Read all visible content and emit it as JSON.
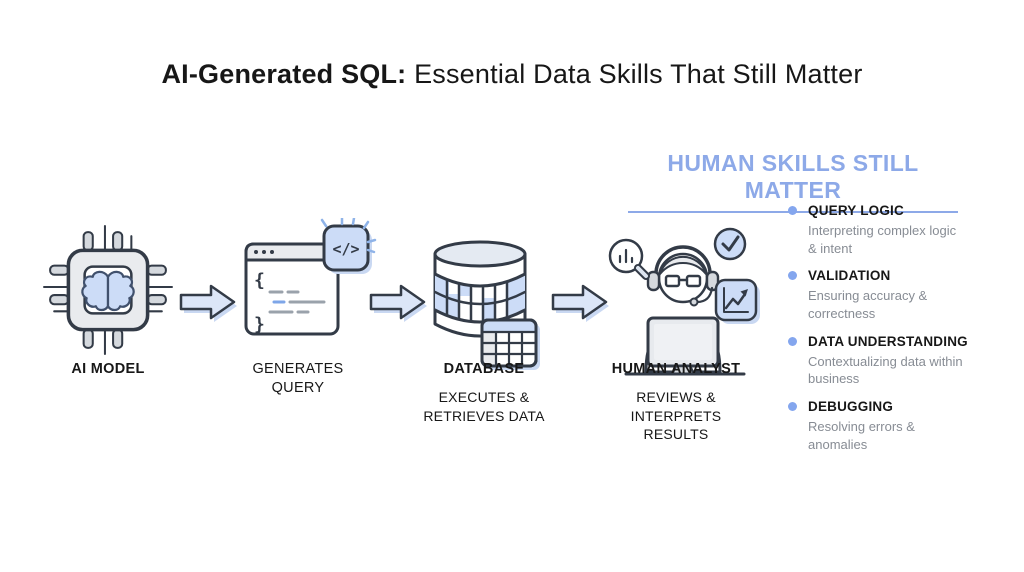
{
  "title": {
    "highlight": "AI-Generated SQL:",
    "rest": " Essential Data Skills That Still Matter"
  },
  "flow": {
    "steps": [
      {
        "name": "ai-model",
        "label": "AI MODEL",
        "sublabel": ""
      },
      {
        "name": "generates-query",
        "label": "GENERATES QUERY",
        "sublabel": ""
      },
      {
        "name": "database",
        "label": "DATABASE",
        "sublabel": "EXECUTES & RETRIEVES DATA"
      },
      {
        "name": "human-analyst",
        "label": "HUMAN ANALYST",
        "sublabel": "REVIEWS & INTERPRETS RESULTS"
      }
    ],
    "icons": [
      "ai-chip-brain",
      "code-window",
      "database-cylinder-table",
      "analyst-at-monitor"
    ],
    "code_badge_glyph": "</>"
  },
  "skills": {
    "heading": "HUMAN SKILLS STILL MATTER",
    "items": [
      {
        "title": "QUERY LOGIC",
        "description": "Interpreting complex logic & intent"
      },
      {
        "title": "VALIDATION",
        "description": "Ensuring accuracy & correctness"
      },
      {
        "title": "DATA UNDERSTANDING",
        "description": "Contextualizing data within business"
      },
      {
        "title": "DEBUGGING",
        "description": "Resolving errors & anomalies"
      }
    ]
  },
  "colors": {
    "page_bg": "#ffffff",
    "accent": "#8da9e8",
    "bullet": "#84a6ee",
    "icon_fill": "#ccdcf7",
    "icon_stroke": "#333b47",
    "arrow_fill": "#dce6f8",
    "soft_shadow": "#c9d8f2",
    "gray_fill": "#e9ebee",
    "sparkle": "#8fb3e8",
    "heading_text": "#171717",
    "muted_text": "#878c94"
  }
}
